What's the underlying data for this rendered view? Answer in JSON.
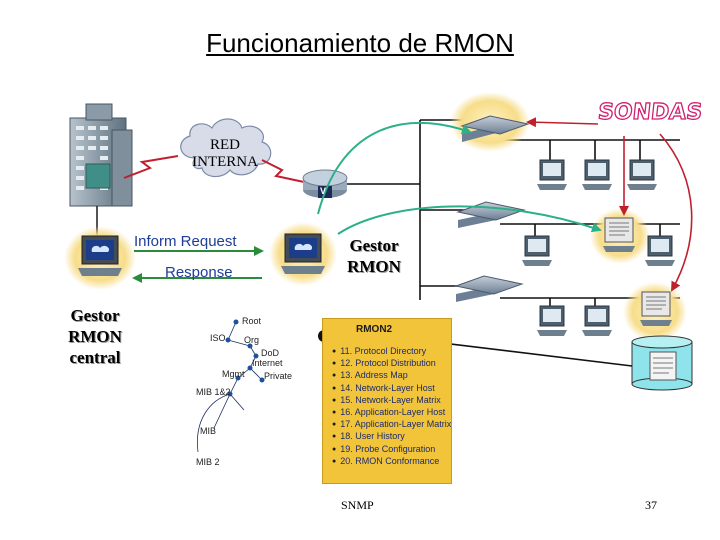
{
  "title": "Funcionamiento de RMON",
  "cloud_label": "RED INTERNA",
  "links": {
    "inform_request": "Inform Request",
    "response": "Response"
  },
  "gestor_rmon": "Gestor RMON",
  "gestor_rmon_central": "Gestor RMON central",
  "sondas_label": "SONDAS",
  "router_letter": "V",
  "rmon2": {
    "title": "RMON2",
    "items": [
      "11. Protocol Directory",
      "12. Protocol Distribution",
      "13. Address Map",
      "14. Network-Layer Host",
      "15. Network-Layer Matrix",
      "16. Application-Layer Host",
      "17. Application-Layer Matrix",
      "18. User History",
      "19. Probe Configuration",
      "20. RMON Conformance"
    ]
  },
  "mib_tree": {
    "nodes": [
      "Root",
      "ISO",
      "Org",
      "DoD",
      "Internet",
      "Mgmt",
      "Private",
      "MIB 1&2",
      "MIB",
      "MIB 2"
    ]
  },
  "footer": {
    "protocol": "SNMP",
    "page": "37"
  },
  "colors": {
    "lan_line": "#000000",
    "request_arrow": "#2bb08a",
    "sonda_arrow": "#c0202e",
    "wan_link": "#c0202e",
    "rmon_box": "#f1c43a"
  }
}
